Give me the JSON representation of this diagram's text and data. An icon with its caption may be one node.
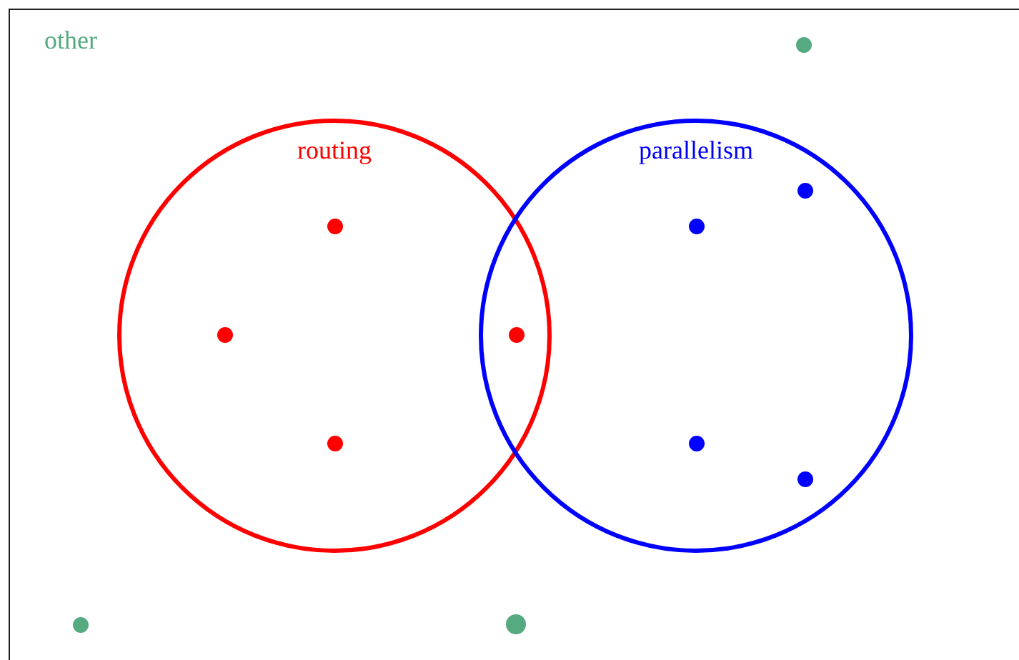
{
  "diagram": {
    "nodes": [
      {
        "text": [
          "other"
        ]
      },
      {
        "text": [
          "routing"
        ],
        "in": 0
      },
      {
        "text": [
          "parallelism"
        ],
        "in": 0
      },
      {
        "text": [],
        "shape": "circle",
        "in": 0
      },
      {
        "text": [],
        "shape": "circle",
        "in": 2
      },
      {
        "text": [],
        "shape": "circle",
        "in": 1
      },
      {
        "text": [],
        "shape": "circle",
        "in": 2
      },
      {
        "text": [],
        "shape": "circle",
        "in": 1
      },
      {
        "text": [],
        "shape": "circle"
      },
      {
        "text": [],
        "shape": "circle",
        "in": 1
      },
      {
        "text": [],
        "shape": "circle",
        "in": 2
      },
      {
        "text": [],
        "shape": "circle",
        "in": 2
      },
      {
        "text": [],
        "shape": "circle",
        "in": 0
      },
      {
        "text": [],
        "shape": "circle",
        "in": 0
      }
    ]
  }
}
